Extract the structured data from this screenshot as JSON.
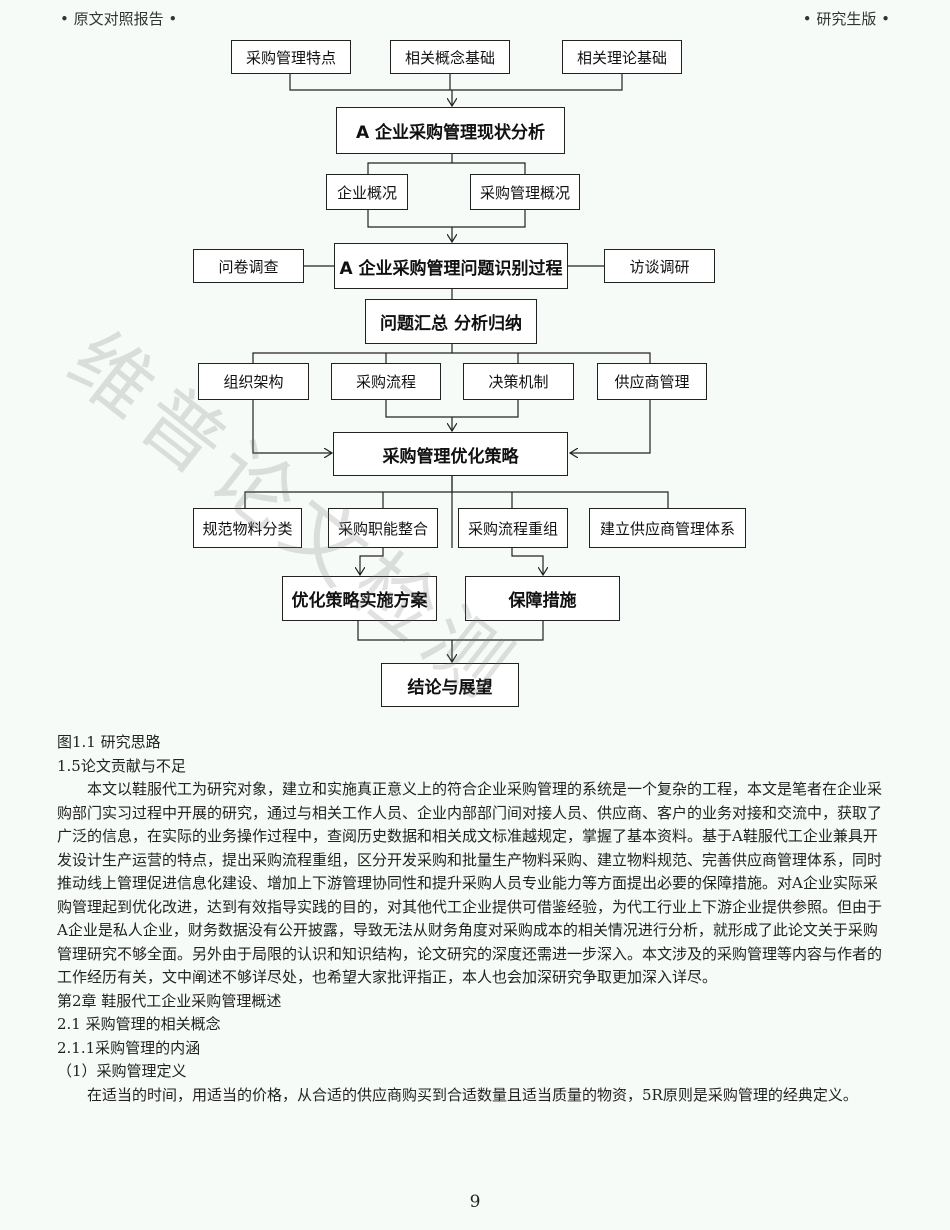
{
  "header": {
    "left": "• 原文对照报告 •",
    "right": "• 研究生版 •"
  },
  "watermark": "维普论文检测",
  "flowchart": {
    "top_row": [
      "采购管理特点",
      "相关概念基础",
      "相关理论基础"
    ],
    "status_analysis": "A 企业采购管理现状分析",
    "overview": [
      "企业概况",
      "采购管理概况"
    ],
    "identification": "A 企业采购管理问题识别过程",
    "questionnaire": "问卷调查",
    "interview": "访谈调研",
    "summary": "问题汇总 分析归纳",
    "problems": [
      "组织架构",
      "采购流程",
      "决策机制",
      "供应商管理"
    ],
    "strategy": "采购管理优化策略",
    "measures": [
      "规范物料分类",
      "采购职能整合",
      "采购流程重组",
      "建立供应商管理体系"
    ],
    "implementation": "优化策略实施方案",
    "guarantee": "保障措施",
    "conclusion": "结论与展望"
  },
  "body": {
    "fig_caption": "图1.1 研究思路",
    "sec_1_5": "1.5论文贡献与不足",
    "para1": "本文以鞋服代工为研究对象，建立和实施真正意义上的符合企业采购管理的系统是一个复杂的工程，本文是笔者在企业采购部门实习过程中开展的研究，通过与相关工作人员、企业内部部门间对接人员、供应商、客户的业务对接和交流中，获取了广泛的信息，在实际的业务操作过程中，查阅历史数据和相关成文标准越规定，掌握了基本资料。基于A鞋服代工企业兼具开发设计生产运营的特点，提出采购流程重组，区分开发采购和批量生产物料采购、建立物料规范、完善供应商管理体系，同时推动线上管理促进信息化建设、增加上下游管理协同性和提升采购人员专业能力等方面提出必要的保障措施。对A企业实际采购管理起到优化改进，达到有效指导实践的目的，对其他代工企业提供可借鉴经验，为代工行业上下游企业提供参照。但由于A企业是私人企业，财务数据没有公开披露，导致无法从财务角度对采购成本的相关情况进行分析，就形成了此论文关于采购管理研究不够全面。另外由于局限的认识和知识结构，论文研究的深度还需进一步深入。本文涉及的采购管理等内容与作者的工作经历有关，文中阐述不够详尽处，也希望大家批评指正，本人也会加深研究争取更加深入详尽。",
    "chapter2": "第2章 鞋服代工企业采购管理概述",
    "sec_2_1": "2.1 采购管理的相关概念",
    "sec_2_1_1": "2.1.1采购管理的内涵",
    "item1": "（1）采购管理定义",
    "para2": "在适当的时间，用适当的价格，从合适的供应商购买到合适数量且适当质量的物资，5R原则是采购管理的经典定义。"
  },
  "page_number": "9"
}
